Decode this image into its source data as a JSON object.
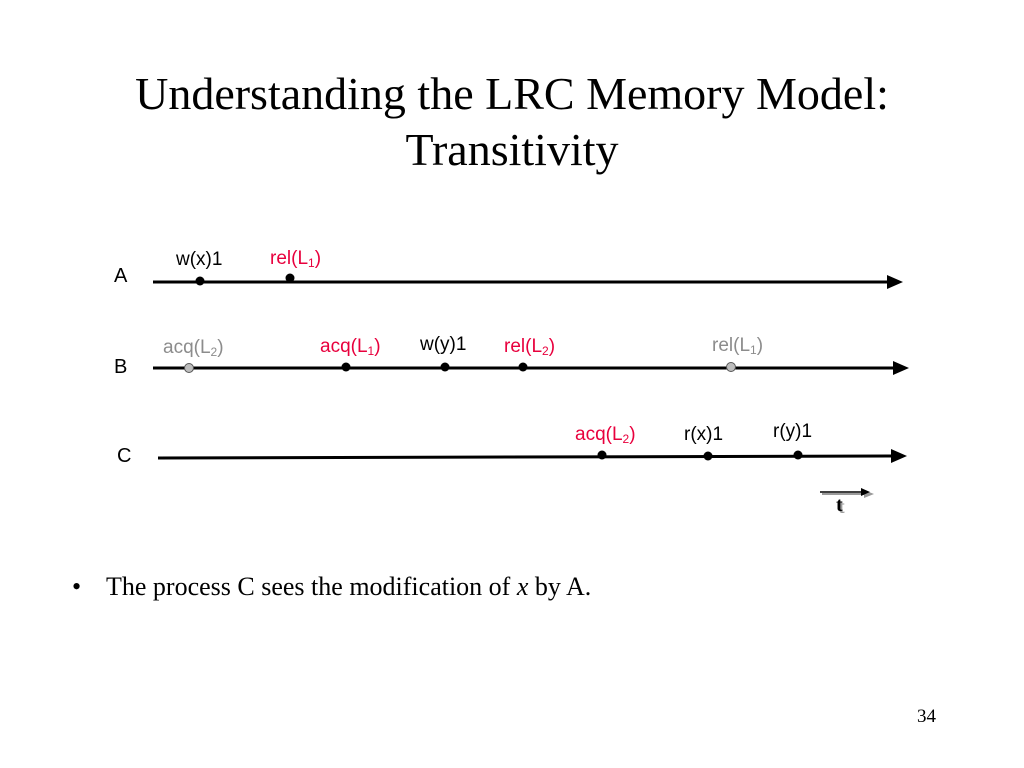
{
  "slide": {
    "title_line1": "Understanding the LRC Memory Model:",
    "title_line2": "Transitivity",
    "page_number": "34"
  },
  "processes": [
    {
      "name": "A",
      "events": [
        {
          "label": "w(x)1",
          "base": "w(x)1",
          "sub": "",
          "tail": "",
          "color": "black",
          "marker": "filled"
        },
        {
          "label": "rel(L1)",
          "base": "rel(L",
          "sub": "1",
          "tail": ")",
          "color": "red",
          "marker": "filled"
        }
      ]
    },
    {
      "name": "B",
      "events": [
        {
          "label": "acq(L2)",
          "base": "acq(L",
          "sub": "2",
          "tail": ")",
          "color": "gray",
          "marker": "hollow"
        },
        {
          "label": "acq(L1)",
          "base": "acq(L",
          "sub": "1",
          "tail": ")",
          "color": "red",
          "marker": "filled"
        },
        {
          "label": "w(y)1",
          "base": "w(y)1",
          "sub": "",
          "tail": "",
          "color": "black",
          "marker": "filled"
        },
        {
          "label": "rel(L2)",
          "base": "rel(L",
          "sub": "2",
          "tail": ")",
          "color": "red",
          "marker": "filled"
        },
        {
          "label": "rel(L1)",
          "base": "rel(L",
          "sub": "1",
          "tail": ")",
          "color": "gray",
          "marker": "hollow"
        }
      ]
    },
    {
      "name": "C",
      "events": [
        {
          "label": "acq(L2)",
          "base": "acq(L",
          "sub": "2",
          "tail": ")",
          "color": "red",
          "marker": "filled"
        },
        {
          "label": "r(x)1",
          "base": "r(x)1",
          "sub": "",
          "tail": "",
          "color": "black",
          "marker": "filled"
        },
        {
          "label": "r(y)1",
          "base": "r(y)1",
          "sub": "",
          "tail": "",
          "color": "black",
          "marker": "filled"
        }
      ]
    }
  ],
  "time_axis_label": "t",
  "bullets": [
    {
      "before": "The process C sees the modification of ",
      "italic": "x",
      "after": " by A."
    }
  ],
  "colors": {
    "red": "#e8003d",
    "gray": "#8c8c8c",
    "line": "#000000"
  }
}
